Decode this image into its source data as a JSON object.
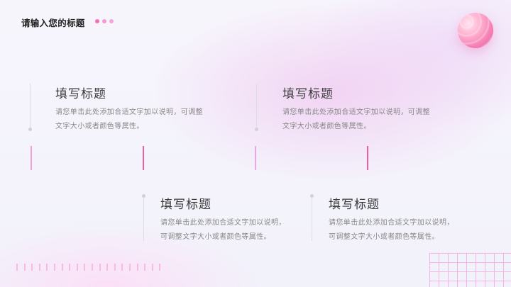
{
  "header": {
    "title": "请输入您的标题",
    "dots": [
      "#f173b2",
      "#f39ad0",
      "#f3a6d9"
    ]
  },
  "decor": {
    "sphere": "pink-striped-sphere",
    "tick_count": 20,
    "grid": "pink-grid",
    "accent_colors": {
      "marker_light": "#f0a0d8",
      "marker_dark": "#e8609e"
    }
  },
  "cards": [
    {
      "title": "填写标题",
      "desc_line1": "请您单击此处添加合适文字加以说明，可调整",
      "desc_line2": "文字大小或者颜色等属性。"
    },
    {
      "title": "填写标题",
      "desc_line1": "请您单击此处添加合适文字加以说明，可调整",
      "desc_line2": "文字大小或者颜色等属性。"
    },
    {
      "title": "填写标题",
      "desc_line1": "请您单击此处添加合适文字加以说明，",
      "desc_line2": "可调整文字大小或者颜色等属性。"
    },
    {
      "title": "填写标题",
      "desc_line1": "请您单击此处添加合适文字加以说明，",
      "desc_line2": "可调整文字大小或者颜色等属性。"
    }
  ]
}
